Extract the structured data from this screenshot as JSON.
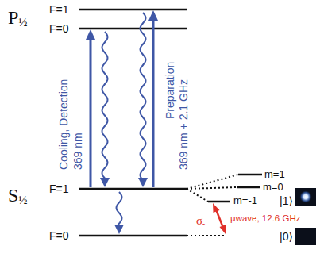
{
  "diagram": {
    "labels": [
      "P½",
      "F=1",
      "F=0",
      "S½",
      "F=1",
      "F=0",
      "Cooling, Detection",
      "369 nm",
      "Preparation",
      "369 nm + 2.1 GHz",
      "m=1",
      "m=0",
      "m=-1",
      "|1⟩",
      "|0⟩",
      "σ-",
      "μwave, 12.6 GHz"
    ]
  }
}
